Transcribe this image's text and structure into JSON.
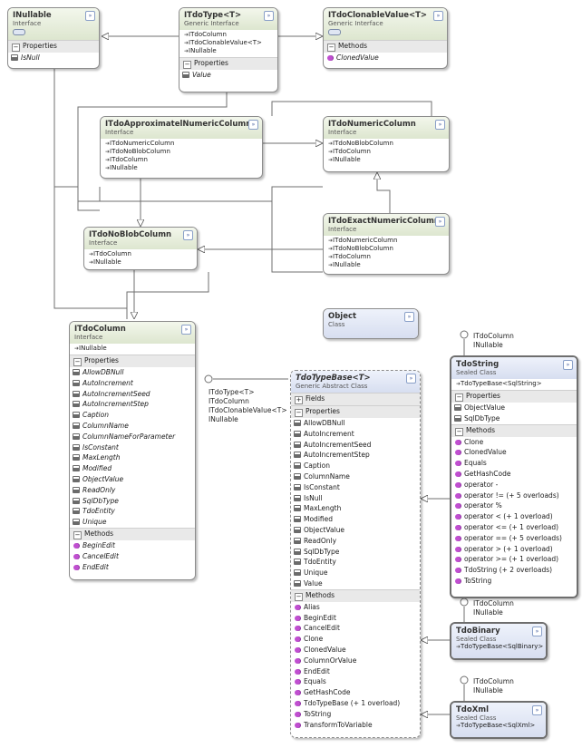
{
  "inullable": {
    "title": "INullable",
    "sub": "Interface",
    "section": "Properties",
    "props": [
      "IsNull"
    ]
  },
  "itdotype": {
    "title": "ITdoType<T>",
    "sub": "Generic Interface",
    "impl": [
      "ITdoColumn",
      "ITdoClonableValue<T>",
      "INullable"
    ],
    "section": "Properties",
    "props": [
      "Value"
    ]
  },
  "itdoclonable": {
    "title": "ITdoClonableValue<T>",
    "sub": "Generic Interface",
    "section": "Methods",
    "methods": [
      "ClonedValue"
    ]
  },
  "approx": {
    "title": "ITdoApproximatelNumericColumn",
    "sub": "Interface",
    "impl": [
      "ITdoNumericColumn",
      "ITdoNoBlobColumn",
      "ITdoColumn",
      "INullable"
    ]
  },
  "numeric": {
    "title": "ITdoNumericColumn",
    "sub": "Interface",
    "impl": [
      "ITdoNoBlobColumn",
      "ITdoColumn",
      "INullable"
    ]
  },
  "noblob": {
    "title": "ITdoNoBlobColumn",
    "sub": "Interface",
    "impl": [
      "ITdoColumn",
      "INullable"
    ]
  },
  "exact": {
    "title": "ITdoExactNumericColumn",
    "sub": "Interface",
    "impl": [
      "ITdoNumericColumn",
      "ITdoNoBlobColumn",
      "ITdoColumn",
      "INullable"
    ]
  },
  "object": {
    "title": "Object",
    "sub": "Class"
  },
  "itdocolumn": {
    "title": "ITdoColumn",
    "sub": "Interface",
    "impl": [
      "INullable"
    ],
    "props_section": "Properties",
    "props": [
      "AllowDBNull",
      "AutoIncrement",
      "AutoIncrementSeed",
      "AutoIncrementStep",
      "Caption",
      "ColumnName",
      "ColumnNameForParameter",
      "IsConstant",
      "MaxLength",
      "Modified",
      "ObjectValue",
      "ReadOnly",
      "SqlDbType",
      "TdoEntity",
      "Unique"
    ],
    "methods_section": "Methods",
    "methods": [
      "BeginEdit",
      "CancelEdit",
      "EndEdit"
    ]
  },
  "tdotypebase": {
    "title": "TdoTypeBase<T>",
    "sub": "Generic Abstract Class",
    "fields_section": "Fields",
    "props_section": "Properties",
    "props": [
      "AllowDBNull",
      "AutoIncrement",
      "AutoIncrementSeed",
      "AutoIncrementStep",
      "Caption",
      "ColumnName",
      "IsConstant",
      "IsNull",
      "MaxLength",
      "Modified",
      "ObjectValue",
      "ReadOnly",
      "SqlDbType",
      "TdoEntity",
      "Unique",
      "Value"
    ],
    "methods_section": "Methods",
    "methods": [
      "Alias",
      "BeginEdit",
      "CancelEdit",
      "Clone",
      "ClonedValue",
      "ColumnOrValue",
      "EndEdit",
      "Equals",
      "GetHashCode",
      "TdoTypeBase (+ 1 overload)",
      "ToString",
      "TransformToVariable"
    ]
  },
  "tdotypebase_lollipop": [
    "ITdoType<T>",
    "ITdoColumn",
    "ITdoClonableValue<T>",
    "INullable"
  ],
  "tdostring": {
    "title": "TdoString",
    "sub": "Sealed Class",
    "impl": [
      "TdoTypeBase<SqlString>"
    ],
    "props_section": "Properties",
    "props": [
      "ObjectValue",
      "SqlDbType"
    ],
    "methods_section": "Methods",
    "methods": [
      "Clone",
      "ClonedValue",
      "Equals",
      "GetHashCode",
      "operator -",
      "operator != (+ 5 overloads)",
      "operator %",
      "operator < (+ 1 overload)",
      "operator <= (+ 1 overload)",
      "operator == (+ 5 overloads)",
      "operator > (+ 1 overload)",
      "operator >= (+ 1 overload)",
      "TdoString (+ 2 overloads)",
      "ToString"
    ]
  },
  "tdostring_lollipop": [
    "ITdoColumn",
    "INullable"
  ],
  "tdobinary": {
    "title": "TdoBinary",
    "sub": "Sealed Class",
    "impl": [
      "TdoTypeBase<SqlBinary>"
    ]
  },
  "tdobinary_lollipop": [
    "ITdoColumn",
    "INullable"
  ],
  "tdoxml": {
    "title": "TdoXml",
    "sub": "Sealed Class",
    "impl": [
      "TdoTypeBase<SqlXml>"
    ]
  },
  "tdoxml_lollipop": [
    "ITdoColumn",
    "INullable"
  ],
  "collapse_glyph": "»"
}
